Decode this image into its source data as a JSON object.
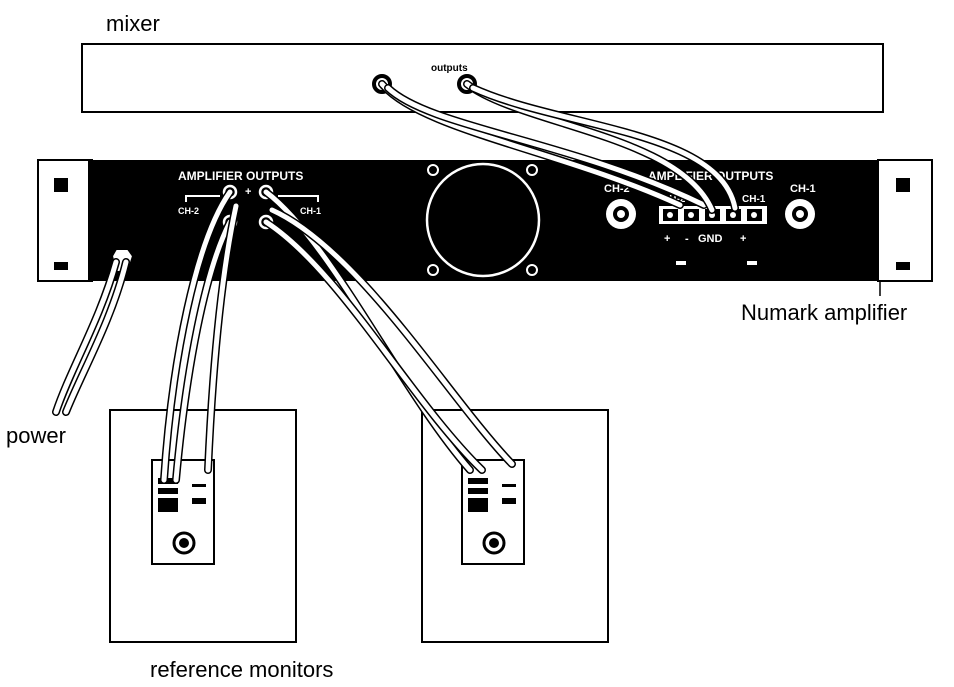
{
  "labels": {
    "mixer": "mixer",
    "mixer_outputs": "outputs",
    "amp_outputs_left": "AMPLIFIER OUTPUTS",
    "amp_outputs_right": "AMPLIFIER OUTPUTS",
    "ch2_left": "CH-2",
    "ch1_left": "CH-1",
    "ch2_right": "CH-2",
    "ch1_right": "CH-1",
    "ch2_terminal": "CH-2",
    "ch1_terminal": "CH-1",
    "plus": "+",
    "minus": "-",
    "gnd": "GND",
    "plus_right": "+",
    "numark": "Numark amplifier",
    "power": "power",
    "monitors": "reference monitors"
  },
  "colors": {
    "line": "#000000",
    "panel": "#000000",
    "background": "#ffffff"
  }
}
